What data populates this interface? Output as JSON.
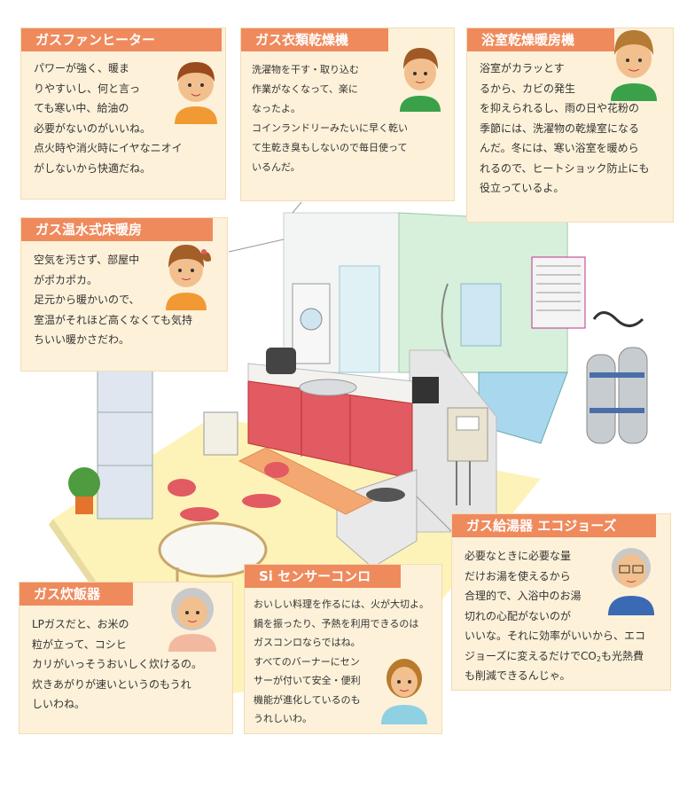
{
  "cards": {
    "fan_heater": {
      "title": "ガスファンヒーター",
      "lines": [
        "パワーが強く、暖ま",
        "りやすいし、何と言っ",
        "ても寒い中、給油の",
        "必要がないのがいいね。",
        "点火時や消火時にイヤなニオイ",
        "がしないから快適だね。"
      ]
    },
    "dryer": {
      "title": "ガス衣類乾燥機",
      "lines": [
        "洗濯物を干す・取り込む",
        "作業がなくなって、楽に",
        "なったよ。",
        "コインランドリーみたいに早く乾い",
        "て生乾き臭もしないので毎日使って",
        "いるんだ。"
      ]
    },
    "bath_dryer": {
      "title": "浴室乾燥暖房機",
      "lines": [
        "浴室がカラッとす",
        "るから、カビの発生",
        "を抑えられるし、雨の日や花粉の",
        "季節には、洗濯物の乾燥室になる",
        "んだ。冬には、寒い浴室を暖めら",
        "れるので、ヒートショック防止にも",
        "役立っているよ。"
      ]
    },
    "floor_heating": {
      "title": "ガス温水式床暖房",
      "lines": [
        "空気を汚さず、部屋中",
        "がポカポカ。",
        "足元から暖かいので、",
        "室温がそれほど高くなくても気持",
        "ちいい暖かさだわ。"
      ]
    },
    "rice_cooker": {
      "title": "ガス炊飯器",
      "lines": [
        "LPガスだと、お米の",
        "粒が立って、コシヒ",
        "カリがいっそうおいしく炊けるの。",
        "炊きあがりが速いというのもうれ",
        "しいわね。"
      ]
    },
    "si_stove": {
      "title": "Si センサーコンロ",
      "lines": [
        "おいしい料理を作るには、火が大切よ。",
        "鍋を振ったり、予熱を利用できるのは",
        "ガスコンロならではね。",
        "すべてのバーナーにセン",
        "サーが付いて安全・便利",
        "機能が進化しているのも",
        "うれしいわ。"
      ]
    },
    "eco_jozu": {
      "title": "ガス給湯器 エコジョーズ",
      "lines": [
        "必要なときに必要な量",
        "だけお湯を使えるから",
        "合理的で、入浴中のお湯",
        "切れの心配がないのが",
        "いいな。それに効率がいいから、エコ",
        "ジョーズに変えるだけでCO"
      ],
      "sub_text": "2",
      "tail_text": "も光熱費",
      "last_line": "も削減できるんじゃ。"
    }
  },
  "colors": {
    "card_bg": "#fdf1d9",
    "header_bg": "#ef8a5d",
    "header_text": "#ffffff",
    "body_text": "#333333",
    "floor": "#fdf3b8",
    "kitchen_front": "#e25a62",
    "bath_wall": "#d7f0dc",
    "bath_water": "#a9d8ee"
  }
}
